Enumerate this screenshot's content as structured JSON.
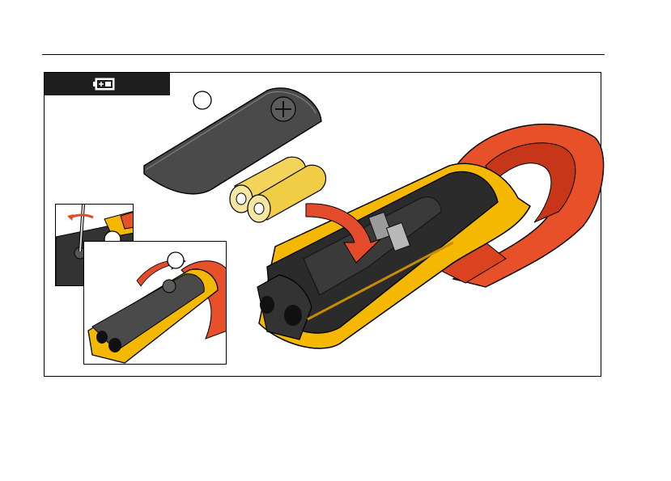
{
  "figure": {
    "header_icon": "battery-icon",
    "steps": [
      {
        "label": "",
        "meaning": "remove-cover"
      },
      {
        "label": "",
        "meaning": "loosen-screw"
      },
      {
        "label": "",
        "meaning": "open-compartment"
      }
    ],
    "colors": {
      "meter_yellow": "#f5b800",
      "jaw_red": "#e8502a",
      "body_dark": "#2b2b2b",
      "cover_gray": "#4a4a4a",
      "battery_gold": "#f3d35a",
      "arrow_red": "#e44b2a"
    },
    "icons": [
      "battery-icon",
      "screwdriver-icon",
      "rotate-arrow-icon",
      "curved-arrow-icon"
    ]
  }
}
